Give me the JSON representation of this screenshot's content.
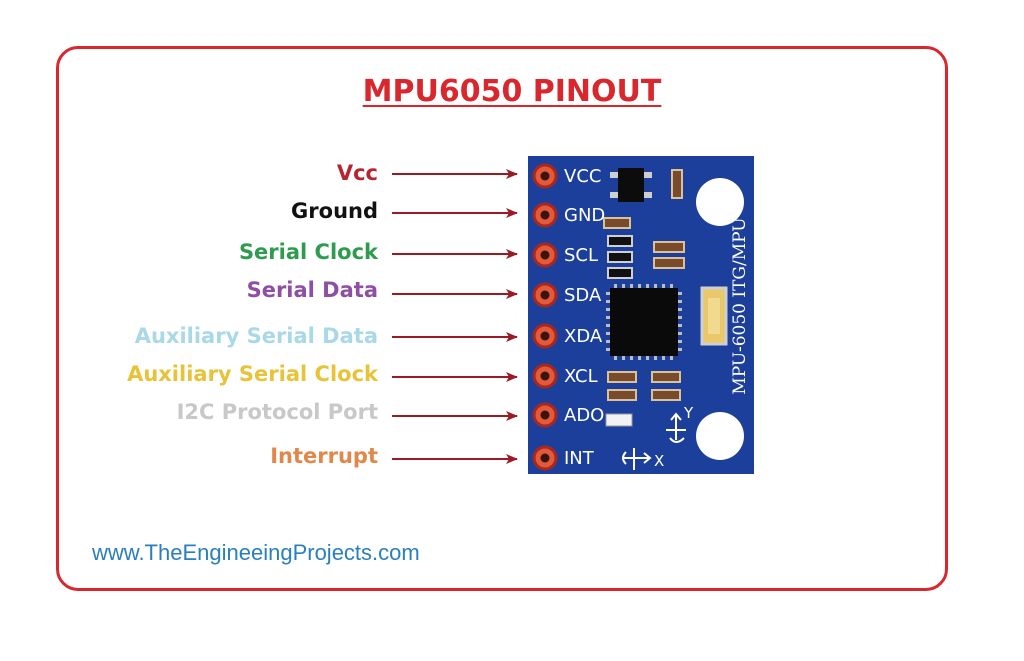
{
  "title": "MPU6050 PINOUT",
  "website": "www.TheEngineeingProjects.com",
  "colors": {
    "frame": "#d9272e",
    "title": "#d9272e",
    "arrow": "#9b1b24",
    "board": "#1c3f9c",
    "pad_ring": "#c0392b",
    "url": "#2a7fbf"
  },
  "pins": [
    {
      "label": "Vcc",
      "pad": "VCC",
      "color": "#b5242f"
    },
    {
      "label": "Ground",
      "pad": "GND",
      "color": "#111111"
    },
    {
      "label": "Serial Clock",
      "pad": "SCL",
      "color": "#2e9b4f"
    },
    {
      "label": "Serial Data",
      "pad": "SDA",
      "color": "#8e4ea5"
    },
    {
      "label": "Auxiliary Serial Data",
      "pad": "XDA",
      "color": "#a9d8e6"
    },
    {
      "label": "Auxiliary Serial Clock",
      "pad": "XCL",
      "color": "#e8c33a"
    },
    {
      "label": "I2C Protocol Port",
      "pad": "ADO",
      "color": "#c8c8c8"
    },
    {
      "label": "Interrupt",
      "pad": "INT",
      "color": "#e0884a"
    }
  ],
  "board": {
    "label": "MPU-6050 ITG/MPU",
    "axis_y": "Y",
    "axis_x": "X"
  }
}
